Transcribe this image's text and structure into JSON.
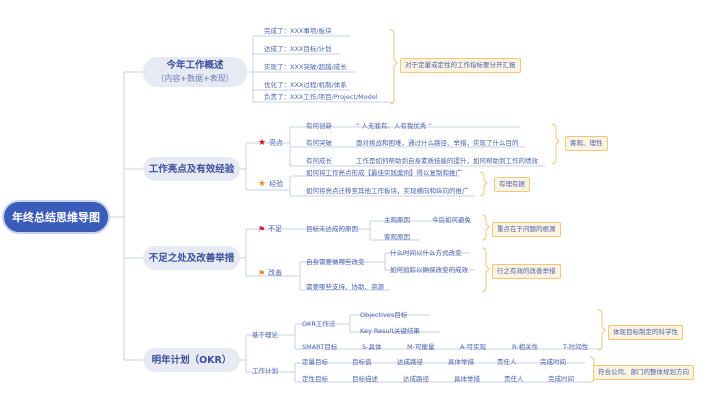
{
  "root": {
    "label": "年终总结思维导图",
    "color": "#3b5cb8"
  },
  "branches": [
    {
      "label": "今年工作概述",
      "sub": "（内容+数据+表现）",
      "items": [
        "完成了：XXX事项/板块",
        "达成了：XXX目标/计划",
        "实现了：XXX突破/超越/成长",
        "优化了：XXX过程/机制/体系",
        "负责了：XXX工作/项目/Project/Model"
      ],
      "note": "对于定量或定性的工作指标要分开汇报"
    },
    {
      "label": "工作亮点及有效经验",
      "groups": [
        {
          "label": "亮点",
          "icon": "star-red",
          "rows": [
            {
              "k": "有何创新",
              "v": "“ 人无我有、人有我优秀 ”"
            },
            {
              "k": "有何突破",
              "v": "面对挑战和困难，通过什么路径、举措，实现了什么目的"
            },
            {
              "k": "有何成长",
              "v": "工作是如何帮助到自身素质技能的提升，如何帮助到工作的绩效"
            }
          ],
          "note": "客观、理性"
        },
        {
          "label": "经验",
          "icon": "star-orange",
          "rows": [
            "如何将工作亮点形成【最佳实践案例】得以复制和推广",
            "如何将亮点迁移至其他工作板块，实现横向和纵向的推广"
          ],
          "note": "有理有据"
        }
      ]
    },
    {
      "label": "不足之处及改善举措",
      "groups": [
        {
          "label": "不足",
          "icon": "flag-red",
          "rows": [
            {
              "k": "目标未达成的原因",
              "children": [
                {
                  "k": "主观原因",
                  "v": "今后如何避免"
                },
                {
                  "k": "客观原因"
                }
              ]
            }
          ],
          "note": "重点在于问题的根源"
        },
        {
          "label": "改善",
          "icon": "flag-orange",
          "rows": [
            {
              "k": "自身需要做哪些改变",
              "children": [
                "什么时间以什么方式改变",
                "如何追踪以确保改变的成效"
              ]
            },
            {
              "k": "需要哪些支持、协助、资源"
            }
          ],
          "note": "行之有效的改善举措"
        }
      ]
    },
    {
      "label": "明年计划（OKR）",
      "groups": [
        {
          "label": "基于理论",
          "okr": {
            "label": "OKR工作法",
            "children": [
              "Objectives目标",
              "Key Result关键结果"
            ]
          },
          "smart": {
            "label": "SMART目标",
            "items": [
              "S-具体",
              "M-可衡量",
              "A-可实现",
              "R-相关性",
              "T-时间性"
            ]
          },
          "note": "体现目标制定的科学性"
        },
        {
          "label": "工作计划",
          "rows": [
            [
              "定量目标",
              "目标值",
              "达成路径",
              "具体举措",
              "责任人",
              "完成时间"
            ],
            [
              "定性目标",
              "目标描述",
              "达成路径",
              "具体举措",
              "责任人",
              "完成时间"
            ]
          ],
          "note": "符合公司、部门的整体规划方向"
        }
      ]
    }
  ]
}
